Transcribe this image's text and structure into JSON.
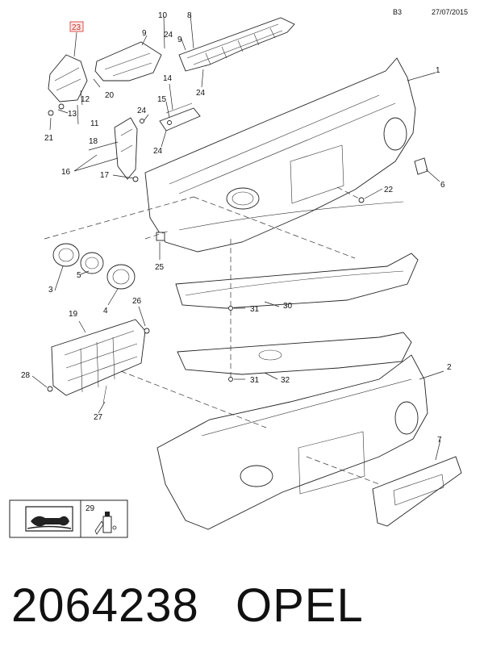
{
  "header": {
    "page_code": "B3",
    "date": "27/07/2015"
  },
  "callouts": {
    "c1": "1",
    "c2": "2",
    "c3": "3",
    "c4": "4",
    "c5": "5",
    "c6": "6",
    "c7": "7",
    "c8": "8",
    "c9a": "9",
    "c9b": "9",
    "c10": "10",
    "c11": "11",
    "c12": "12",
    "c13": "13",
    "c14": "14",
    "c15": "15",
    "c16": "16",
    "c17": "17",
    "c18": "18",
    "c19": "19",
    "c20": "20",
    "c21": "21",
    "c22": "22",
    "c23": "23",
    "c24a": "24",
    "c24b": "24",
    "c24c": "24",
    "c24d": "24",
    "c25": "25",
    "c26": "26",
    "c27": "27",
    "c28": "28",
    "c29": "29",
    "c30": "30",
    "c31a": "31",
    "c31b": "31",
    "c32": "32"
  },
  "footer": {
    "part_number": "2064238",
    "brand": "OPEL"
  },
  "icons": {
    "manual_icon": "wrench-book-icon",
    "spray_icon": "spray-can-icon"
  }
}
